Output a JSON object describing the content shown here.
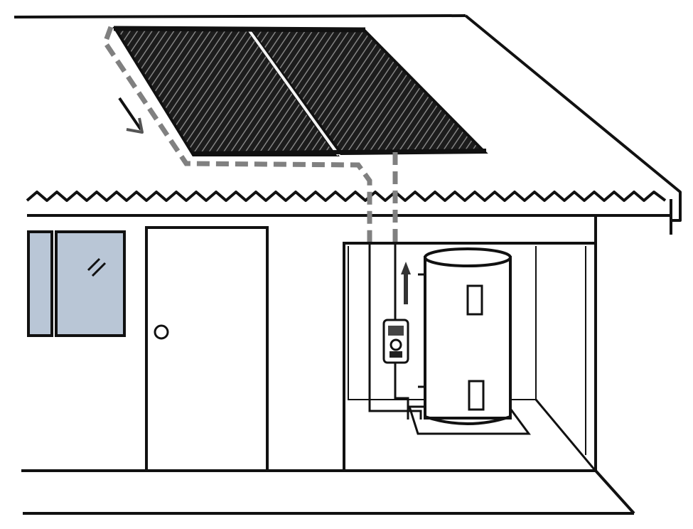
{
  "colors": {
    "line": "#111111",
    "panel_dark": "#1c1c1c",
    "panel_tube": "#777777",
    "pipe_dashed": "#808080",
    "window_glass": "#b9c6d6",
    "tank_fill": "#ffffff",
    "background": "#ffffff"
  },
  "icons": {
    "collector": "solar-collector-panel",
    "tank": "hot-water-storage-tank",
    "controller": "solar-controller-unit",
    "flow_arrow": "flow-direction-arrow"
  }
}
